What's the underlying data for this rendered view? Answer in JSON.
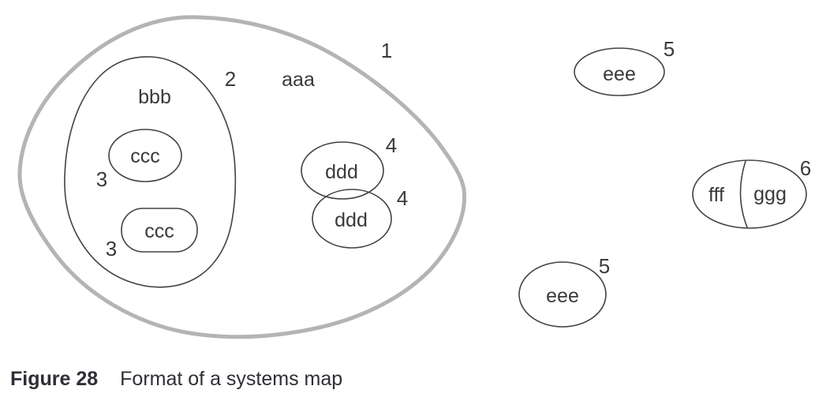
{
  "figure": {
    "caption_label": "Figure 28",
    "caption_text": "Format of a systems map"
  },
  "colors": {
    "background": "#ffffff",
    "outer_boundary": "#b4b4b6",
    "line": "#424242",
    "label_text": "#3a3a3a",
    "caption": "#2e2e36"
  },
  "diagram": {
    "type": "systems map",
    "system_boundary": {
      "label": "aaa",
      "number": "1"
    },
    "subsystem": {
      "label": "bbb",
      "number": "2"
    },
    "components_ccc": [
      {
        "label": "ccc",
        "number": "3"
      },
      {
        "label": "ccc",
        "number": "3"
      }
    ],
    "components_ddd": [
      {
        "label": "ddd",
        "number": "4"
      },
      {
        "label": "ddd",
        "number": "4"
      }
    ],
    "environment_eee": [
      {
        "label": "eee",
        "number": "5"
      },
      {
        "label": "eee",
        "number": "5"
      }
    ],
    "split_blob": {
      "left_label": "fff",
      "right_label": "ggg",
      "number": "6"
    }
  }
}
